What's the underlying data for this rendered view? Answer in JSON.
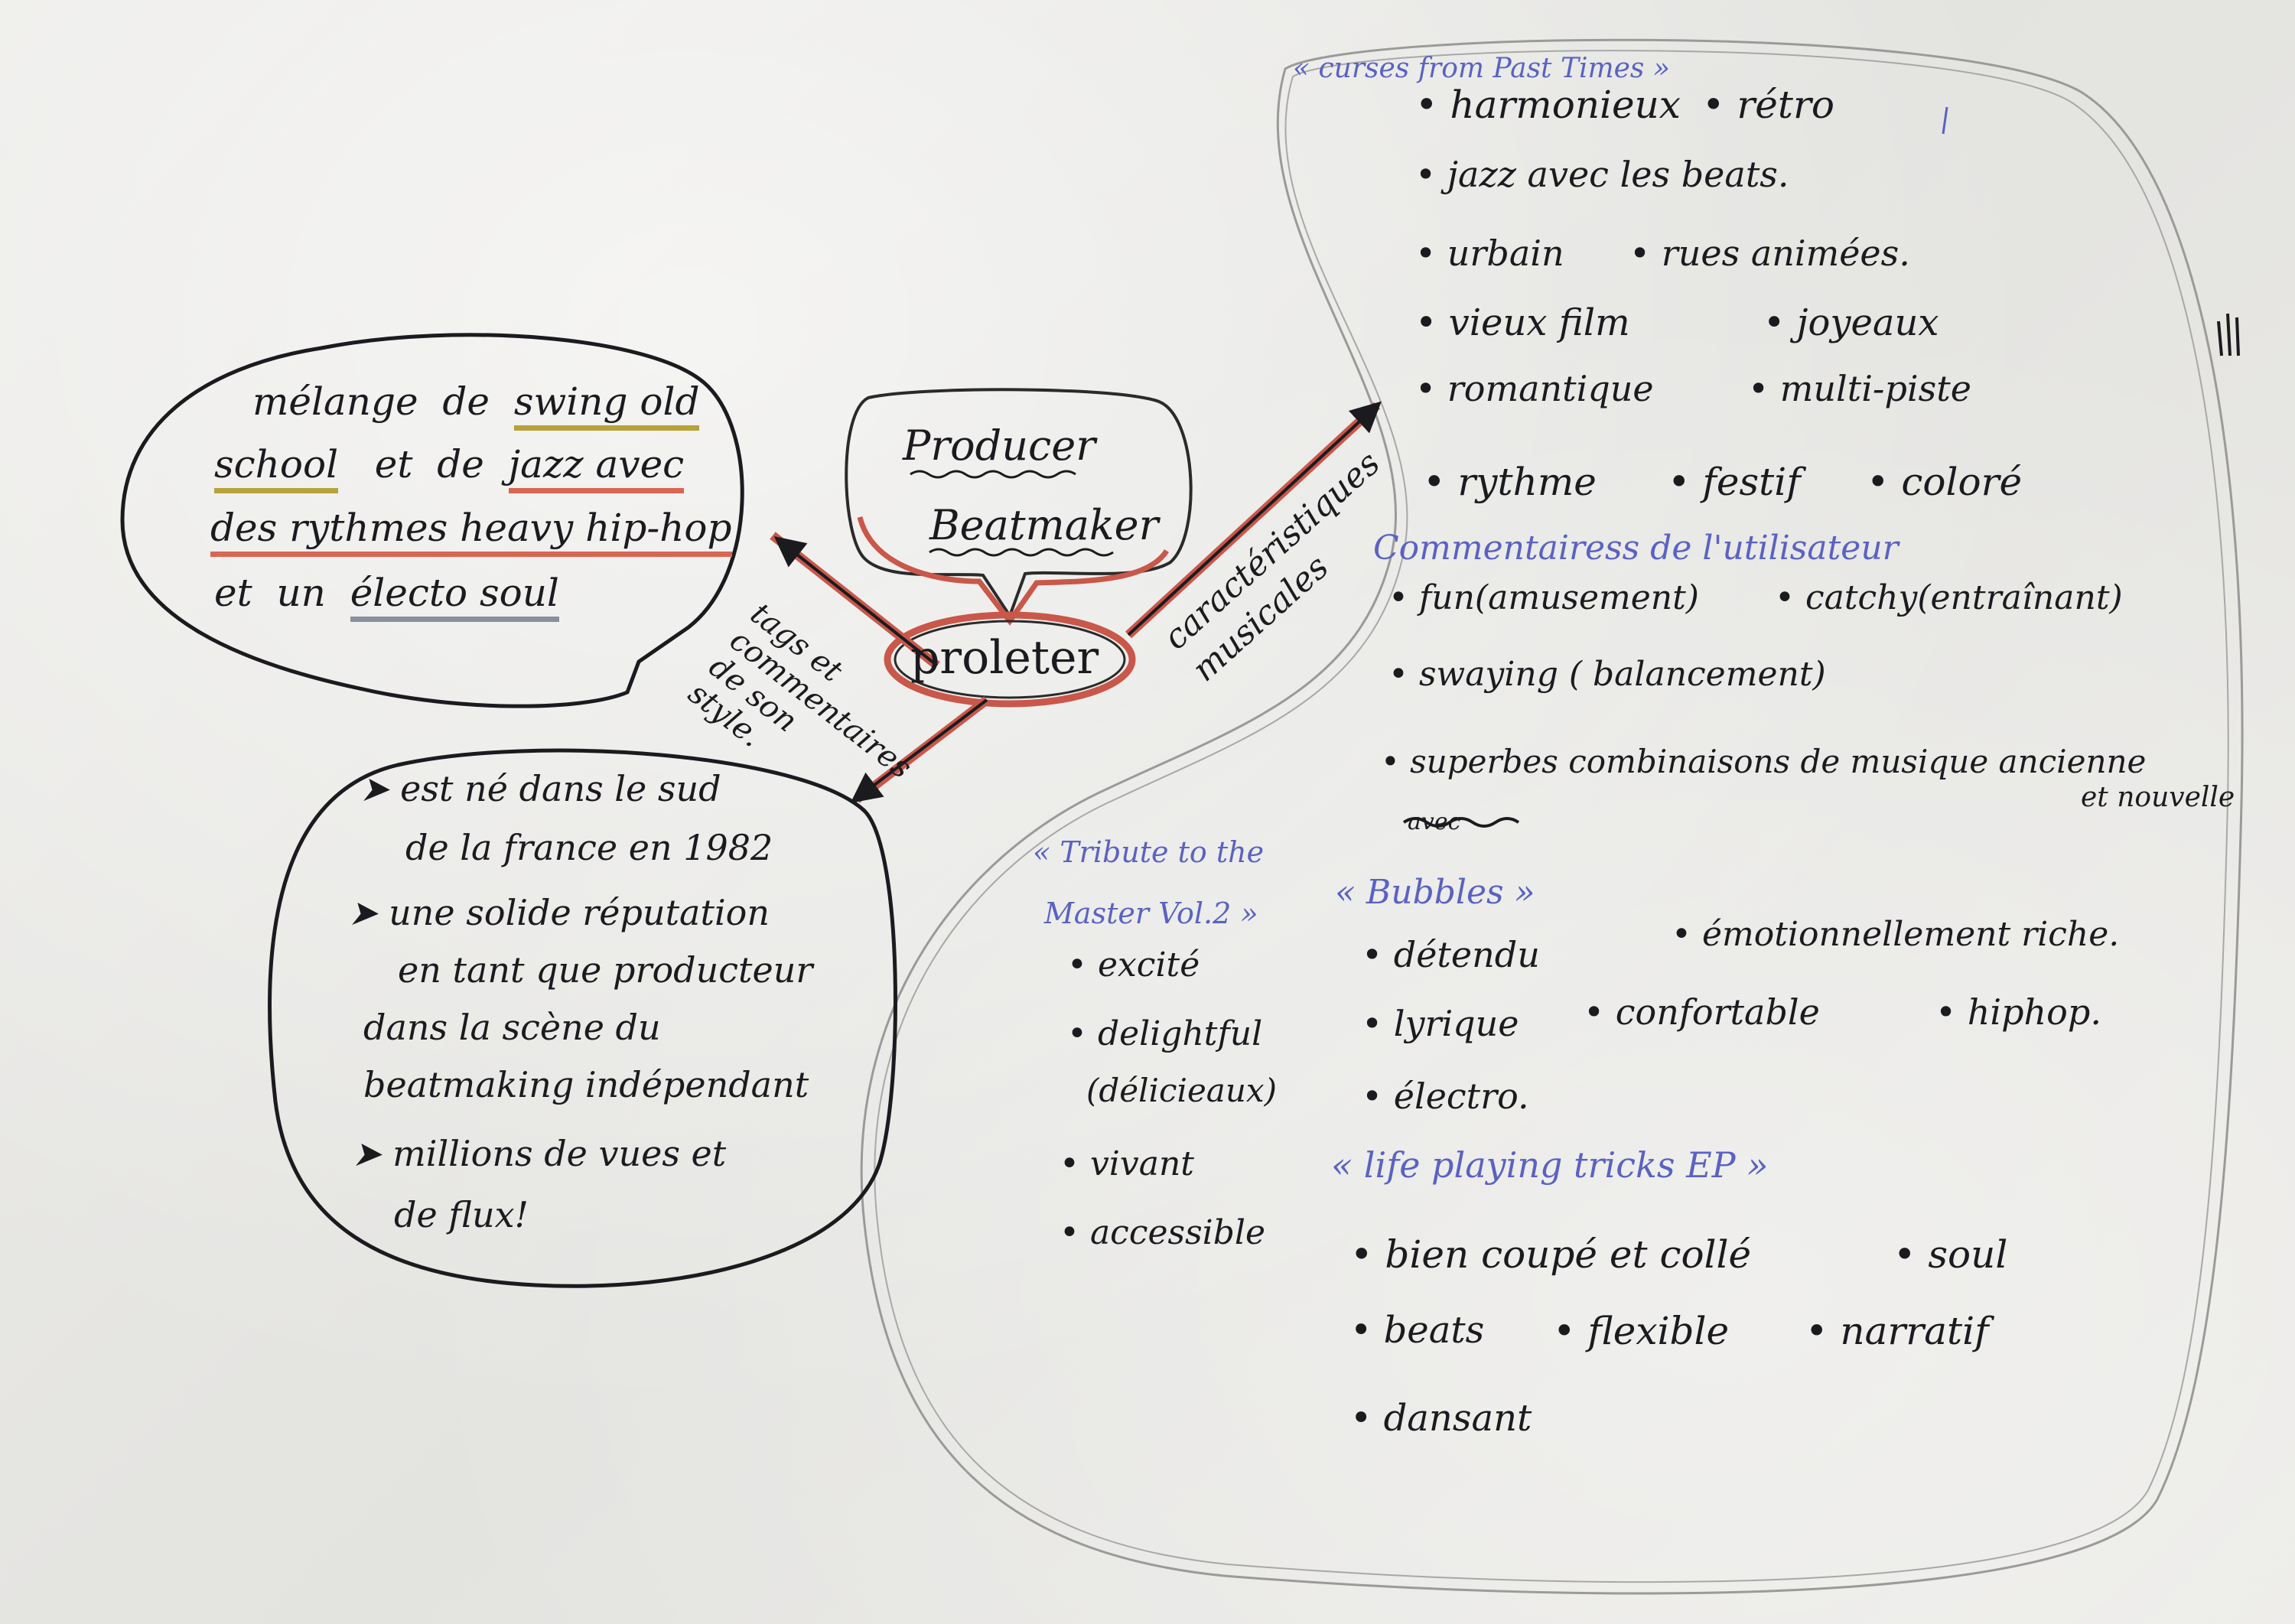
{
  "center": {
    "name": "proleter",
    "roles": [
      "Producer",
      "Beatmaker"
    ]
  },
  "links": {
    "style": "tags et commentaires de son style.",
    "music": "caractéristiques musicales"
  },
  "style_bubble": {
    "lines": [
      [
        "mélange",
        "de",
        "swing old"
      ],
      [
        "school",
        "et",
        "de",
        "jazz avec"
      ],
      [
        "des rythmes heavy hip-hop"
      ],
      [
        "et",
        "un",
        "électo soul"
      ]
    ]
  },
  "bio_bubble": {
    "items": [
      [
        "est né dans le sud",
        "de la france en 1982"
      ],
      [
        "une solide réputation",
        "en tant que producteur",
        "dans la scène du",
        "beatmaking indépendant"
      ],
      [
        "millions de vues et",
        "de flux!"
      ]
    ]
  },
  "music": {
    "album1": {
      "title": "« curses from Past Times »",
      "tags": [
        "harmonieux",
        "rétro",
        "jazz avec les beats.",
        "urbain",
        "rues animées.",
        "vieux film",
        "joyeaux",
        "romantique",
        "multi-piste",
        "rythme",
        "festif",
        "coloré"
      ]
    },
    "comments": {
      "title": "Commentairess de l'utilisateur",
      "items": [
        "fun(amusement)",
        "catchy(entraînant)",
        "swaying ( balancement)",
        "superbes combinaisons de musique ancienne",
        "et nouvelle",
        "avec"
      ]
    },
    "album2": {
      "title_lines": [
        "« Tribute to the",
        "Master Vol.2 »"
      ],
      "tags": [
        "excité",
        "delightful",
        "(délicieaux)",
        "vivant",
        "accessible"
      ]
    },
    "album3": {
      "title": "« Bubbles »",
      "tags": [
        "détendu",
        "émotionnellement riche.",
        "lyrique",
        "confortable",
        "hiphop.",
        "électro."
      ]
    },
    "album4": {
      "title": "« life playing tricks EP »",
      "tags": [
        "bien coupé et collé",
        "soul",
        "beats",
        "flexible",
        "narratif",
        "dansant"
      ]
    }
  },
  "colors": {
    "ink": "#1b1b1f",
    "accent_red": "#c9574a",
    "underline_yellow": "#b8a23a",
    "underline_red": "#d96553",
    "underline_grey": "#8b8f9c",
    "pencil": "#9a9a9a",
    "blue_ink": "#5a62c2"
  }
}
